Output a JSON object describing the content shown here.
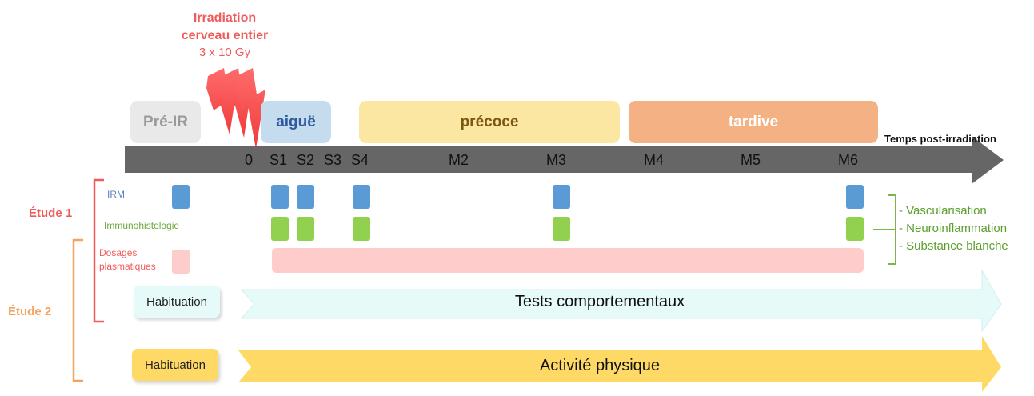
{
  "irradiation": {
    "title_line1": "Irradiation",
    "title_line2": "cerveau entier",
    "dose": "3 x 10 Gy",
    "color": "#f05a5a",
    "icon": "lightning-bolt-icon"
  },
  "phases": [
    {
      "label": "Pré-IR",
      "bg": "#e9e9e9",
      "fg": "#9a9a9a"
    },
    {
      "label": "aiguë",
      "bg": "#c5dcee",
      "fg": "#2f5aa0"
    },
    {
      "label": "précoce",
      "bg": "#fbe6a2",
      "fg": "#7a5a10"
    },
    {
      "label": "tardive",
      "bg": "#f4b183",
      "fg": "#ffffff"
    }
  ],
  "timeline": {
    "axis_title": "Temps post-irradiation",
    "ticks": [
      "0",
      "S1",
      "S2",
      "S3",
      "S4",
      "M2",
      "M3",
      "M4",
      "M5",
      "M6"
    ],
    "color": "#666666"
  },
  "studies": [
    {
      "label": "Étude 1",
      "color": "#f05a5a"
    },
    {
      "label": "Étude 2",
      "color": "#f4a460"
    }
  ],
  "rows": {
    "irm": {
      "label": "IRM",
      "color": "#5b9bd5"
    },
    "immuno": {
      "label": "Immunohistologie",
      "color": "#92d050"
    },
    "dosages": {
      "label_line1": "Dosages",
      "label_line2": "plasmatiques",
      "color": "#f05a5a",
      "fill": "#ffcccc"
    }
  },
  "outcomes": [
    "- Vascularisation",
    "- Neuroinflammation",
    "- Substance blanche"
  ],
  "tests": {
    "habituation": "Habituation",
    "label": "Tests comportementaux",
    "fill": "#e6fafa"
  },
  "activity": {
    "habituation": "Habituation",
    "label": "Activité physique",
    "fill": "#ffd966"
  }
}
